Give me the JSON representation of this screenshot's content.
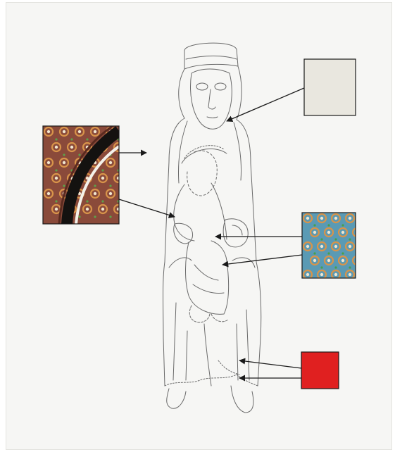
{
  "figure": {
    "subject": "line-drawing-seated-madonna-and-child",
    "swatches": [
      {
        "id": "face-color",
        "kind": "solid",
        "color": "#e9e7df",
        "target": "face"
      },
      {
        "id": "mantle-pattern",
        "kind": "pattern",
        "background": "#8a4a3a",
        "band_dark": "#141210",
        "band_light": "#f4f1ea",
        "ring_color": "#d8944a",
        "dot_color": "#5fa04a",
        "target": "mantle-border"
      },
      {
        "id": "robe-pattern",
        "kind": "pattern",
        "background": "#5a9ab4",
        "ring_color": "#d8944a",
        "dot_color": "#4aa04a",
        "target": "child-robe"
      },
      {
        "id": "hem-color",
        "kind": "solid",
        "color": "#e02020",
        "target": "robe-hem"
      }
    ],
    "colors": {
      "paper": "#f6f6f4",
      "pencil": "#6a6a6a",
      "arrow": "#1a1a1a"
    }
  }
}
